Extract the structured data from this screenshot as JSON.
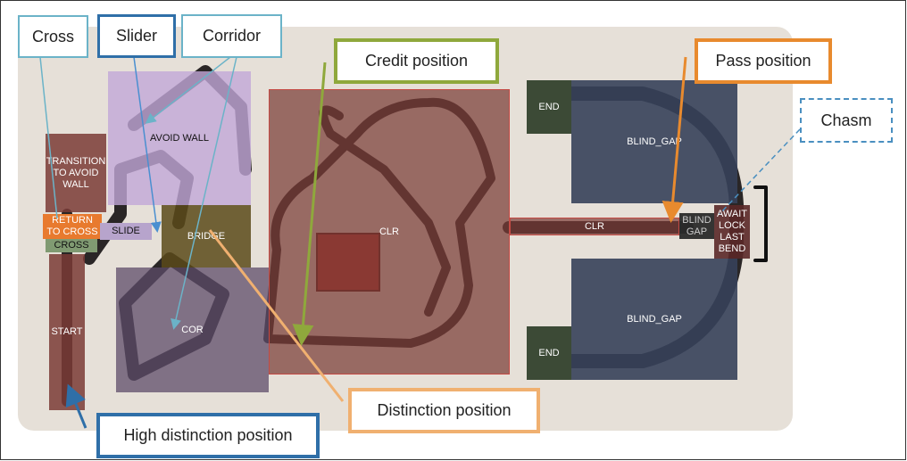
{
  "colors": {
    "board": "#e6e0d8",
    "track": "#2a2626",
    "clr": "#7a3b36",
    "avoid": "#c2a8d8",
    "cor": "#5e4c6a",
    "bridge": "#5a4a1a",
    "blind": "#36415a",
    "end": "#3c4a36",
    "cross": "#809a72",
    "return": "#e87a2e",
    "slide": "#b7a4cc"
  },
  "zones": {
    "avoid_wall": "AVOID WALL",
    "transition": [
      "TRANSITION",
      "TO AVOID",
      "WALL"
    ],
    "return_cross": [
      "RETURN",
      "TO CROSS"
    ],
    "cross": "CROSS",
    "slide": "SLIDE",
    "bridge": "BRIDGE",
    "start": "START",
    "cor": "COR",
    "clr_main": "CLR",
    "clr_straight": "CLR",
    "end_top": "END",
    "end_bottom": "END",
    "blind_gap_top": "BLIND_GAP",
    "blind_gap_bottom": "BLIND_GAP",
    "blind_gap_small": [
      "BLIND",
      "GAP"
    ],
    "await_lock": [
      "AWAIT",
      "LOCK",
      "LAST",
      "BEND"
    ]
  },
  "labels": {
    "cross": "Cross",
    "slider": "Slider",
    "corridor": "Corridor",
    "credit": "Credit position",
    "pass": "Pass position",
    "chasm": "Chasm",
    "distinction": "Distinction position",
    "high_distinction": "High distinction position"
  },
  "label_colors": {
    "cross": "#6bb3c8",
    "slider": "#2f6fa8",
    "corridor": "#6bb3c8",
    "credit": "#8fa83c",
    "pass": "#e88a2e",
    "chasm": "#4a8fc0",
    "distinction": "#f0b070",
    "high_distinction": "#2f6fa8"
  }
}
